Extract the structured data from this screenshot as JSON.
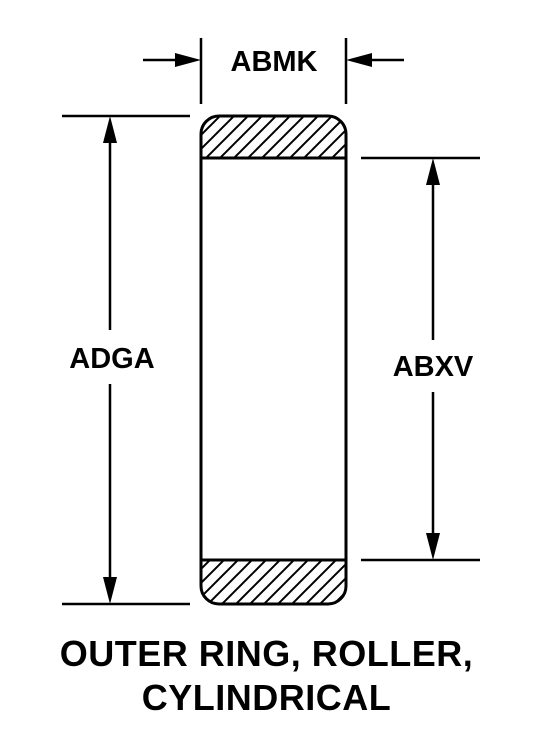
{
  "diagram": {
    "dimensions": {
      "width_label": "ABMK",
      "outer_diameter_label": "ADGA",
      "inner_diameter_label": "ABXV"
    },
    "caption": {
      "line1": "OUTER RING, ROLLER,",
      "line2": "CYLINDRICAL"
    },
    "colors": {
      "ink": "#000000",
      "background": "#ffffff"
    }
  }
}
